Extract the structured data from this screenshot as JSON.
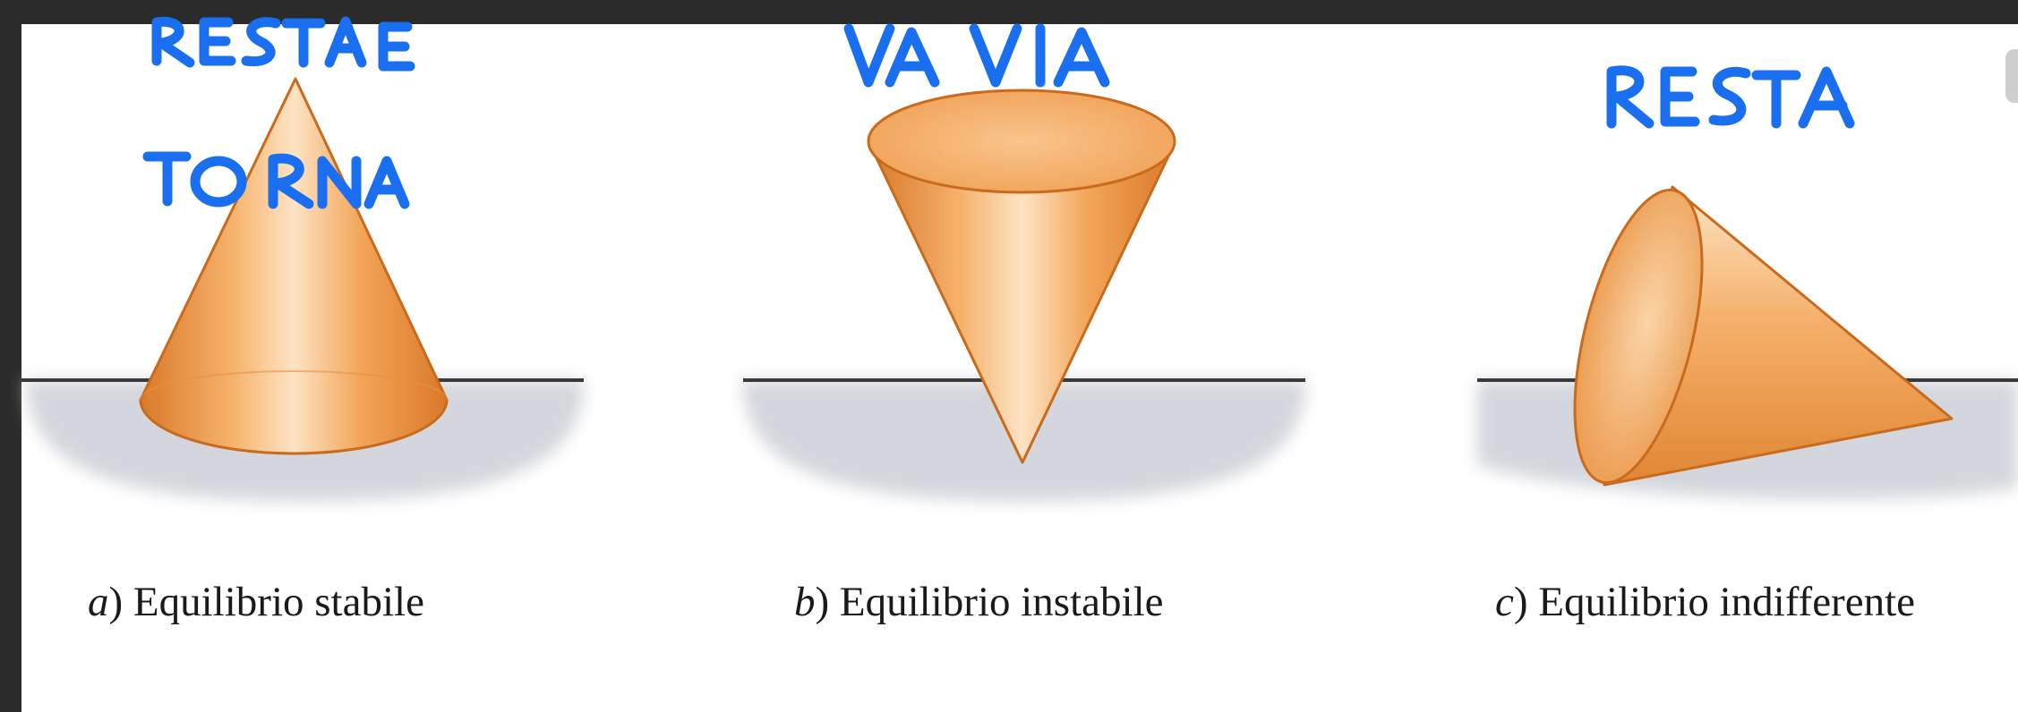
{
  "panels": [
    {
      "letter": "a",
      "label": "Equilibrio stabile",
      "handwritten_note": [
        "RESTA E",
        "TO RNA"
      ]
    },
    {
      "letter": "b",
      "label": "Equilibrio instabile",
      "handwritten_note": [
        "VA VIA"
      ]
    },
    {
      "letter": "c",
      "label": "Equilibrio indifferente",
      "handwritten_note": [
        "RESTA"
      ]
    }
  ],
  "colors": {
    "frame": "#2b2b2b",
    "paper": "#ffffff",
    "cone_light": "#fde3c4",
    "cone_mid": "#f3b06b",
    "cone_dark": "#d9792a",
    "cone_outline": "#c96a1c",
    "ground_shadow": "#d3d6dc",
    "ground_line": "#3a3a3a",
    "ink": "#1a6ff0"
  }
}
